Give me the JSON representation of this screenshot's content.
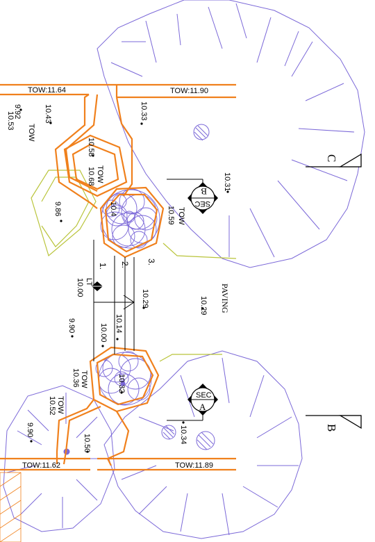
{
  "colors": {
    "wall": "#f0801c",
    "plant": "#7b68d8",
    "hex_green": "#b9c43a",
    "ink": "#000000"
  },
  "wall_labels": {
    "top_left": "TOW:11.64",
    "top_right": "TOW:11.90",
    "bottom_left": "TOW:11.62",
    "bottom_right": "TOW:11.89"
  },
  "elevations": [
    {
      "id": "e1",
      "text": "9.92"
    },
    {
      "id": "e2",
      "text": "10.53"
    },
    {
      "id": "e3",
      "text": "TOW"
    },
    {
      "id": "e4",
      "text": "10.43"
    },
    {
      "id": "e5",
      "text": "10.33"
    },
    {
      "id": "e6",
      "text": "10.58"
    },
    {
      "id": "e7",
      "text": "TOW"
    },
    {
      "id": "e8",
      "text": "10.68"
    },
    {
      "id": "e9",
      "text": "10.31"
    },
    {
      "id": "e10",
      "text": "9.86"
    },
    {
      "id": "e11",
      "text": "TOW"
    },
    {
      "id": "e12",
      "text": "10.59"
    },
    {
      "id": "e13",
      "text": "10.4"
    },
    {
      "id": "e14",
      "text": "10.00"
    },
    {
      "id": "e15",
      "text": "10.29"
    },
    {
      "id": "e16",
      "text": "10.29"
    },
    {
      "id": "e17",
      "text": "9.90"
    },
    {
      "id": "e18",
      "text": "10.14"
    },
    {
      "id": "e19",
      "text": "10.00"
    },
    {
      "id": "e20",
      "text": "TOW"
    },
    {
      "id": "e21",
      "text": "10.36"
    },
    {
      "id": "e22",
      "text": "10.32"
    },
    {
      "id": "e23",
      "text": "TOW"
    },
    {
      "id": "e24",
      "text": "10.52"
    },
    {
      "id": "e25",
      "text": "9.90"
    },
    {
      "id": "e26",
      "text": "10.50"
    },
    {
      "id": "e27",
      "text": "10.34"
    }
  ],
  "paving_label": "PAVING",
  "lt_label": "LT",
  "step_numbers": [
    "1.",
    "2.",
    "3."
  ],
  "section_markers": {
    "b_top": "B",
    "b_bottom": "SEC",
    "a_top": "SEC",
    "a_bottom": "A"
  },
  "section_cuts": {
    "c": "C",
    "b": "B"
  }
}
